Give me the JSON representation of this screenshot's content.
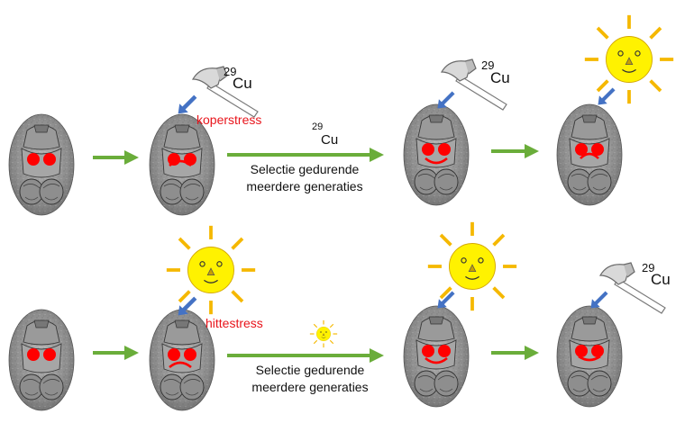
{
  "colors": {
    "arrow_green": "#6aad3a",
    "arrow_blue": "#4472c4",
    "sun_yellow": "#fff200",
    "ray_yellow": "#f5b800",
    "stress_red": "#e8141b",
    "eye_red": "#ff0000",
    "oval_gray": "#8a8a8a"
  },
  "copper": {
    "mass_number": "29",
    "symbol": "Cu"
  },
  "rows": {
    "top": {
      "stress_label": "koperstress",
      "caption_line1": "Selectie gedurende",
      "caption_line2": "meerdere generaties"
    },
    "bottom": {
      "stress_label": "hittestress",
      "caption_line1": "Selectie gedurende",
      "caption_line2": "meerdere generaties"
    }
  },
  "icons": {
    "hammer": "hammer-icon",
    "sun": "sun-face-icon",
    "organism": "rotifer-organism-icon"
  }
}
